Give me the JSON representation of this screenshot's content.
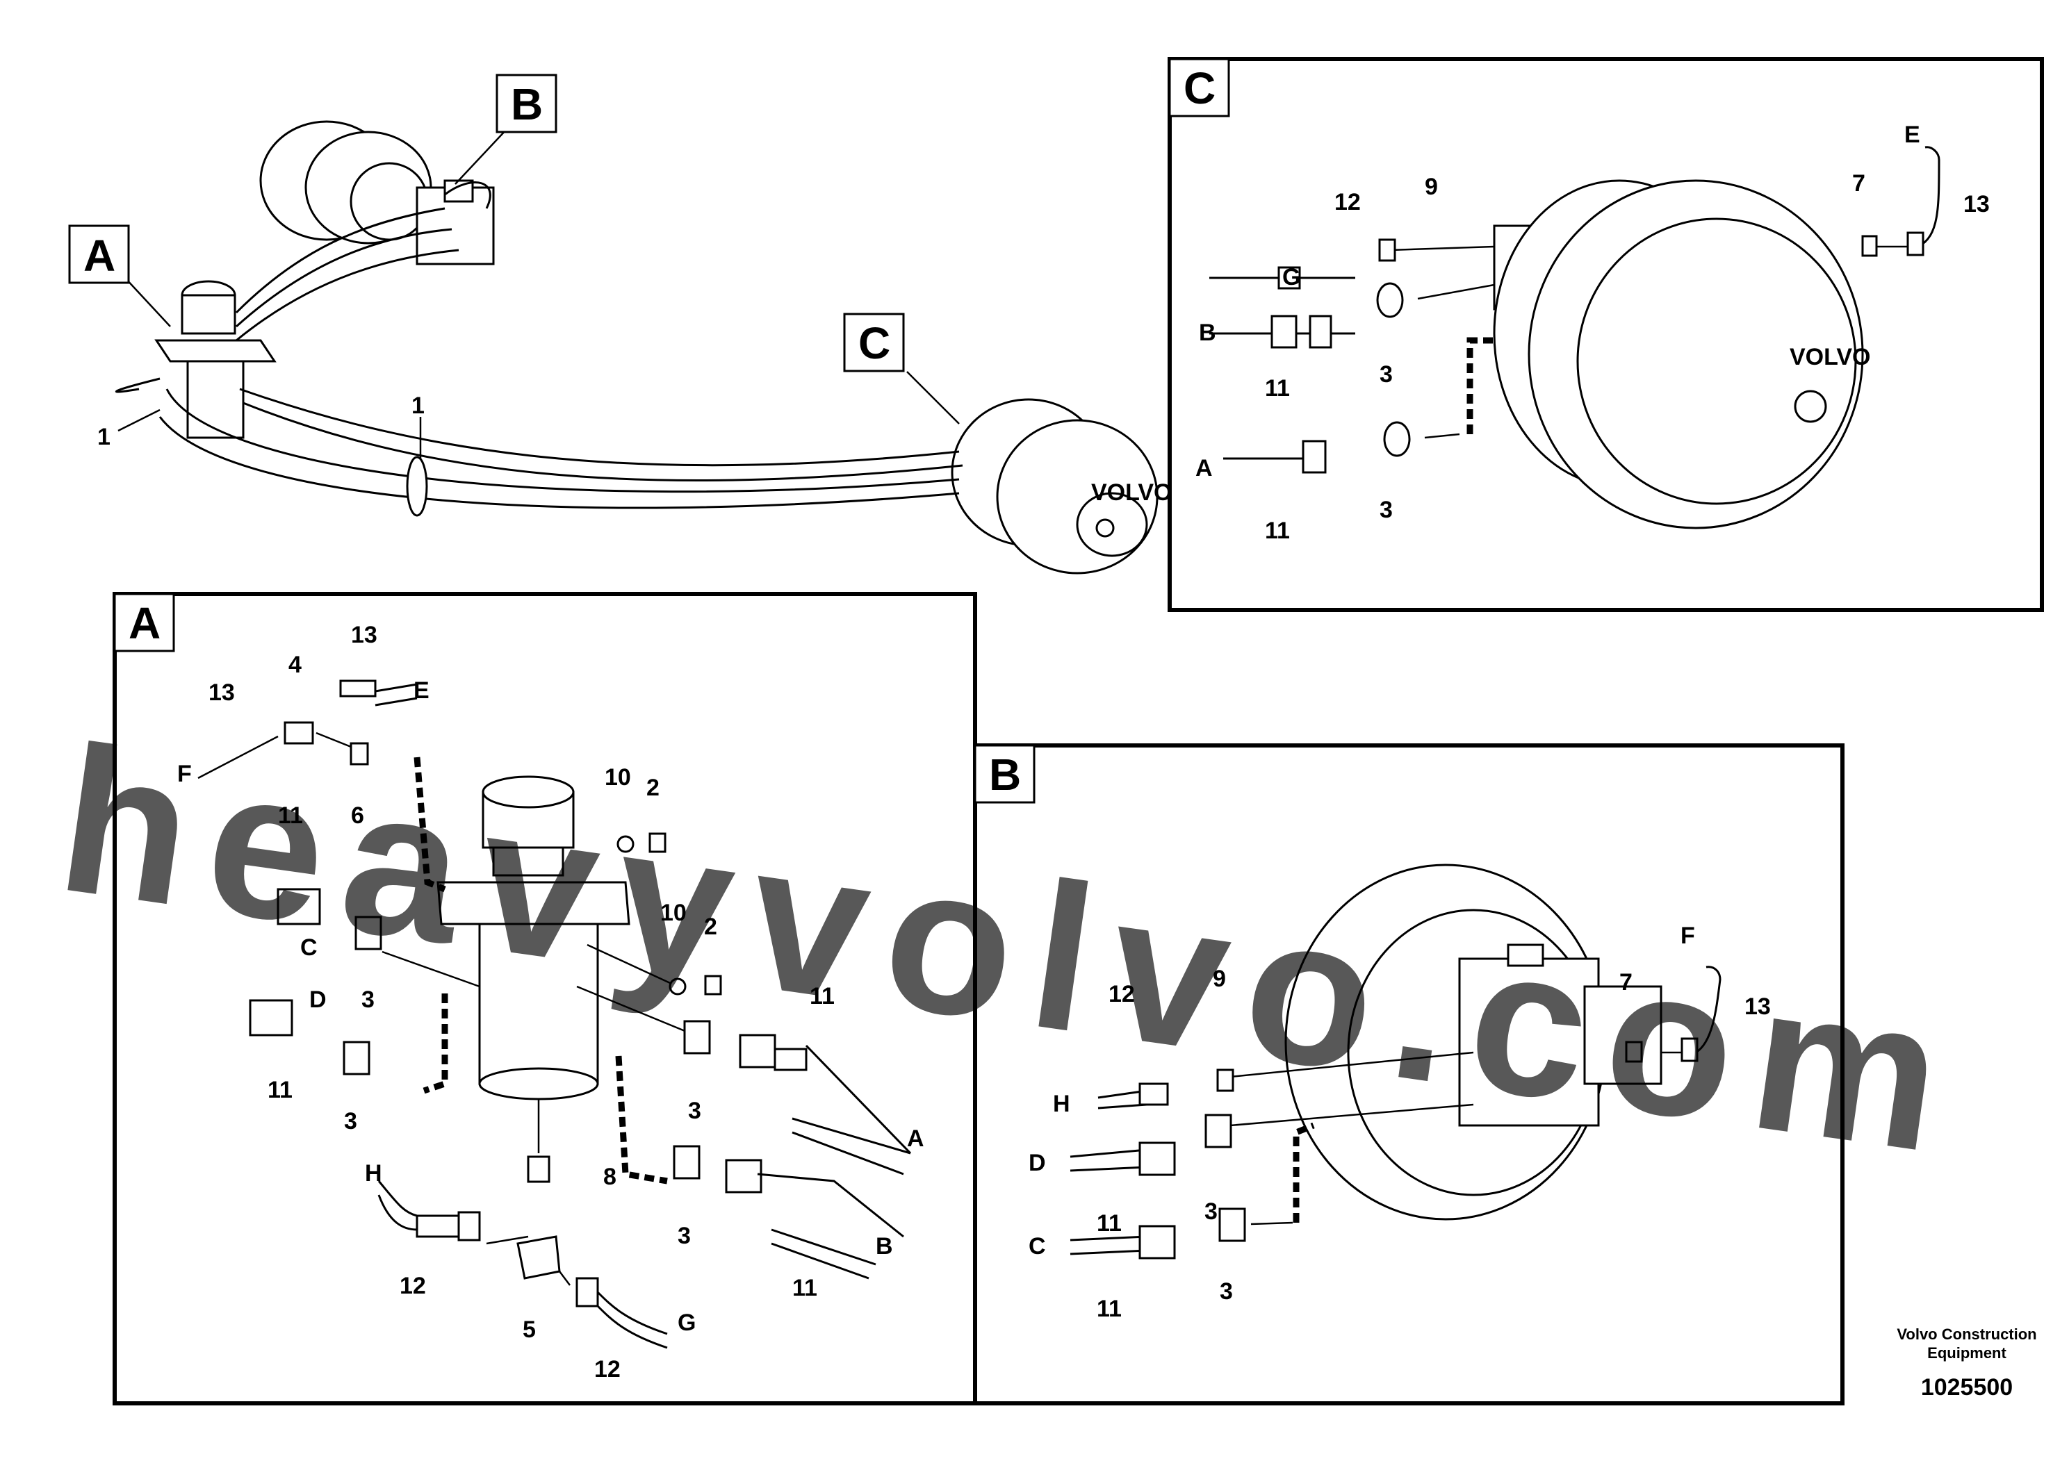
{
  "callouts": {
    "overview": [
      "A",
      "B",
      "C"
    ],
    "panels": [
      "A",
      "B",
      "C"
    ]
  },
  "overview_labels": [
    {
      "id": "ov-1a",
      "text": "1"
    },
    {
      "id": "ov-1b",
      "text": "1"
    }
  ],
  "panel_c_labels": [
    {
      "id": "c12",
      "text": "12"
    },
    {
      "id": "c9",
      "text": "9"
    },
    {
      "id": "c7",
      "text": "7"
    },
    {
      "id": "cE",
      "text": "E"
    },
    {
      "id": "c13",
      "text": "13"
    },
    {
      "id": "cG",
      "text": "G"
    },
    {
      "id": "cB",
      "text": "B"
    },
    {
      "id": "c11a",
      "text": "11"
    },
    {
      "id": "c3a",
      "text": "3"
    },
    {
      "id": "cA",
      "text": "A"
    },
    {
      "id": "c11b",
      "text": "11"
    },
    {
      "id": "c3b",
      "text": "3"
    }
  ],
  "panel_a_labels": [
    {
      "id": "a13a",
      "text": "13"
    },
    {
      "id": "a4",
      "text": "4"
    },
    {
      "id": "a13b",
      "text": "13"
    },
    {
      "id": "aE",
      "text": "E"
    },
    {
      "id": "aF",
      "text": "F"
    },
    {
      "id": "a6",
      "text": "6"
    },
    {
      "id": "a10a",
      "text": "10"
    },
    {
      "id": "a2a",
      "text": "2"
    },
    {
      "id": "a11a",
      "text": "11"
    },
    {
      "id": "aC",
      "text": "C"
    },
    {
      "id": "a3a",
      "text": "3"
    },
    {
      "id": "a10b",
      "text": "10"
    },
    {
      "id": "a2b",
      "text": "2"
    },
    {
      "id": "aD",
      "text": "D"
    },
    {
      "id": "a11b",
      "text": "11"
    },
    {
      "id": "a3b",
      "text": "3"
    },
    {
      "id": "a11c",
      "text": "11"
    },
    {
      "id": "a3c",
      "text": "3"
    },
    {
      "id": "aA",
      "text": "A"
    },
    {
      "id": "a8",
      "text": "8"
    },
    {
      "id": "a3d",
      "text": "3"
    },
    {
      "id": "aB",
      "text": "B"
    },
    {
      "id": "a11d",
      "text": "11"
    },
    {
      "id": "aH",
      "text": "H"
    },
    {
      "id": "a12a",
      "text": "12"
    },
    {
      "id": "a5",
      "text": "5"
    },
    {
      "id": "aG",
      "text": "G"
    },
    {
      "id": "a12b",
      "text": "12"
    }
  ],
  "panel_b_labels": [
    {
      "id": "b12",
      "text": "12"
    },
    {
      "id": "b9",
      "text": "9"
    },
    {
      "id": "b7",
      "text": "7"
    },
    {
      "id": "bF",
      "text": "F"
    },
    {
      "id": "b13",
      "text": "13"
    },
    {
      "id": "bH",
      "text": "H"
    },
    {
      "id": "bD",
      "text": "D"
    },
    {
      "id": "b11a",
      "text": "11"
    },
    {
      "id": "b3a",
      "text": "3"
    },
    {
      "id": "bC",
      "text": "C"
    },
    {
      "id": "b11b",
      "text": "11"
    },
    {
      "id": "b3b",
      "text": "3"
    }
  ],
  "brand": {
    "volvo_text": "VOLVO",
    "publisher_line1": "Volvo Construction",
    "publisher_line2": "Equipment",
    "drawing_number": "1025500"
  },
  "watermark": "heavyvolvo.com",
  "colors": {
    "ink": "#000000",
    "background": "#ffffff",
    "watermark": "#e8a6a6"
  }
}
